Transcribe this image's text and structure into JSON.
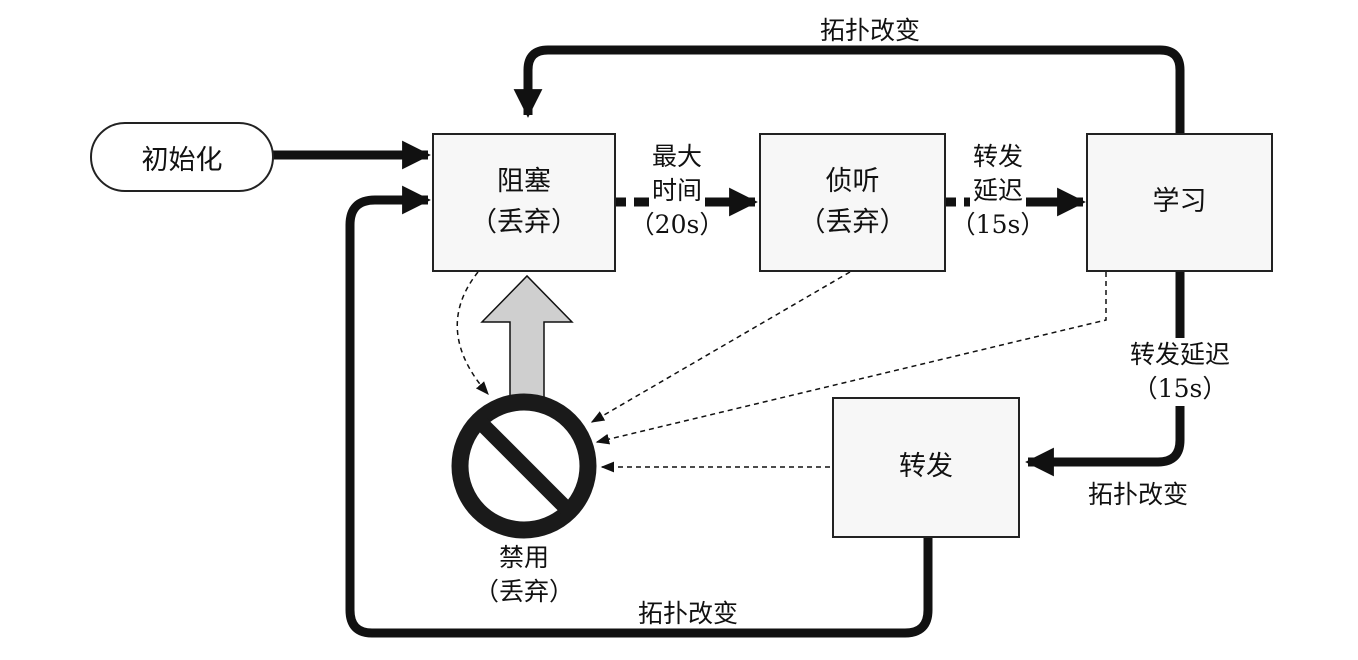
{
  "init": "初始化",
  "states": {
    "blocking": {
      "name": "阻塞",
      "sub": "（丢弃）"
    },
    "listening": {
      "name": "侦听",
      "sub": "（丢弃）"
    },
    "learning": {
      "name": "学习"
    },
    "forwarding": {
      "name": "转发"
    },
    "disabled": {
      "name": "禁用",
      "sub": "（丢弃）"
    }
  },
  "transitions": {
    "max_age": {
      "line1": "最大",
      "line2": "时间",
      "line3": "（20s）"
    },
    "fwd_delay_1": {
      "line1": "转发",
      "line2": "延迟",
      "line3": "（15s）"
    },
    "fwd_delay_2": {
      "line1": "转发延迟",
      "line2": "（15s）"
    },
    "topo_change_top": "拓扑改变",
    "topo_change_right": "拓扑改变",
    "topo_change_bottom": "拓扑改变"
  },
  "colors": {
    "line": "#111111",
    "box_fill": "#f7f7f7",
    "up_arrow_fill": "#cfcfcf",
    "prohibit": "#1a1a1a"
  },
  "icons": {
    "disabled": "prohibit-icon",
    "up_arrow": "up-arrow-icon"
  }
}
